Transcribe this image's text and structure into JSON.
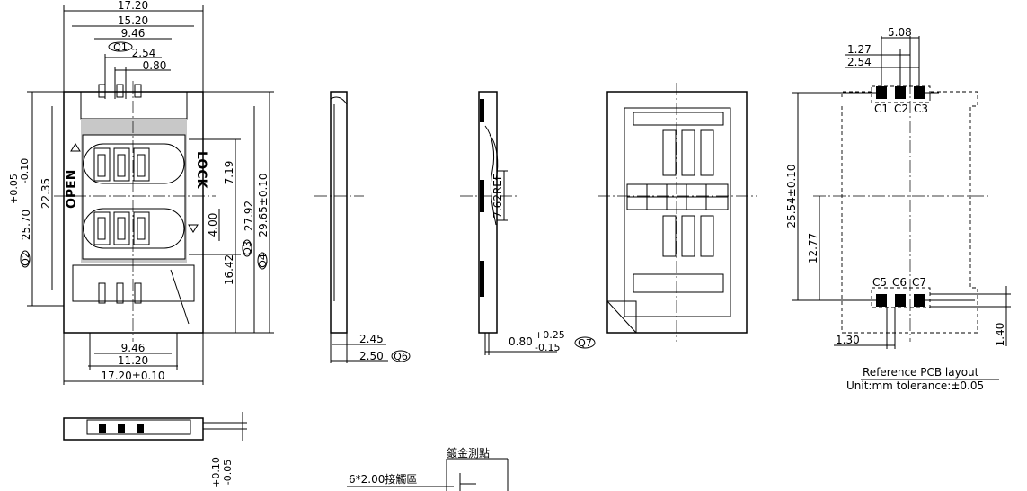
{
  "front_view": {
    "top_dims": [
      "17.20",
      "15.20",
      "9.46",
      "2.54",
      "0.80"
    ],
    "balloon_q1": "Q1",
    "bottom_dims": [
      "9.46",
      "11.20",
      "17.20±0.10"
    ],
    "right_dims": [
      "7.19",
      "4.00",
      "16.42",
      "27.92",
      "29.65±0.10"
    ],
    "balloon_q3": "Q3",
    "balloon_q4": "Q4",
    "left_dims": [
      "22.35",
      "25.70"
    ],
    "tol_plus": "+0.05",
    "tol_minus": "-0.10",
    "balloon_q2": "Q2",
    "open_label": "OPEN",
    "lock_label": "LOCK"
  },
  "side_view": {
    "dim_a": "2.45",
    "dim_b": "2.50",
    "balloon_q6": "Q6"
  },
  "section_view": {
    "ref_dim": "7.62REF",
    "dim": "0.80",
    "tol_plus": "+0.25",
    "tol_minus": "-0.15",
    "balloon_q7": "Q7"
  },
  "pcb_layout": {
    "top_dims": [
      "5.08",
      "1.27",
      "2.54"
    ],
    "top_pads": [
      "C1",
      "C2",
      "C3"
    ],
    "bottom_pads": [
      "C5",
      "C6",
      "C7"
    ],
    "height_dim": "25.54±0.10",
    "mid_dim": "12.77",
    "bottom_left_dim": "1.30",
    "bottom_right_dim": "1.40",
    "caption": "Reference PCB layout",
    "unit_line": "Unit:mm  tolerance:±0.05"
  },
  "bottom_views": {
    "height_tol_plus": "+0.10",
    "height_tol_minus": "-0.05",
    "contact_label": "6*2.00接觸區",
    "plating_label": "鍍金測點"
  }
}
